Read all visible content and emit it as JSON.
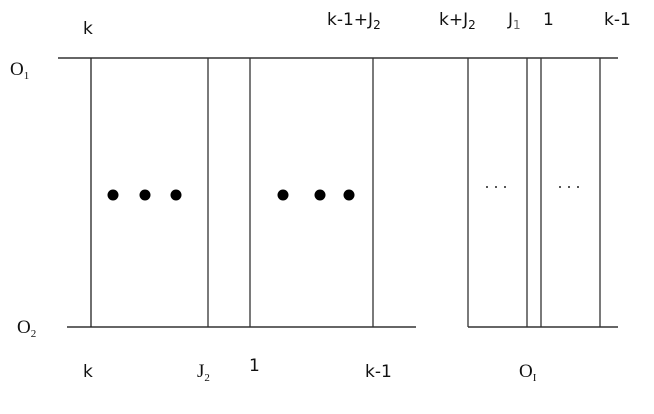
{
  "diagram": {
    "rows": {
      "top": {
        "label": "O",
        "subscript": "1"
      },
      "bottom": {
        "label": "O",
        "subscript": "2"
      }
    },
    "top_labels": [
      {
        "text": "k",
        "subscript": ""
      },
      {
        "text": "k-1+J",
        "subscript": "2"
      },
      {
        "text": "k+J",
        "subscript": "2"
      },
      {
        "text": "J",
        "subscript": "1"
      },
      {
        "text": "1",
        "subscript": ""
      },
      {
        "text": "k-1",
        "subscript": ""
      }
    ],
    "bottom_labels": [
      {
        "text": "k",
        "subscript": ""
      },
      {
        "text": "J",
        "subscript": "2"
      },
      {
        "text": "1",
        "subscript": ""
      },
      {
        "text": "k-1",
        "subscript": ""
      }
    ],
    "group_label": {
      "text": "O",
      "subscript": "I"
    },
    "ellipses": {
      "large_dots": "• • •",
      "small_dots": "· · ·"
    },
    "vertical_lines_x": [
      91,
      208,
      250,
      373,
      468,
      527,
      541,
      600
    ],
    "line_color": "#333333"
  }
}
